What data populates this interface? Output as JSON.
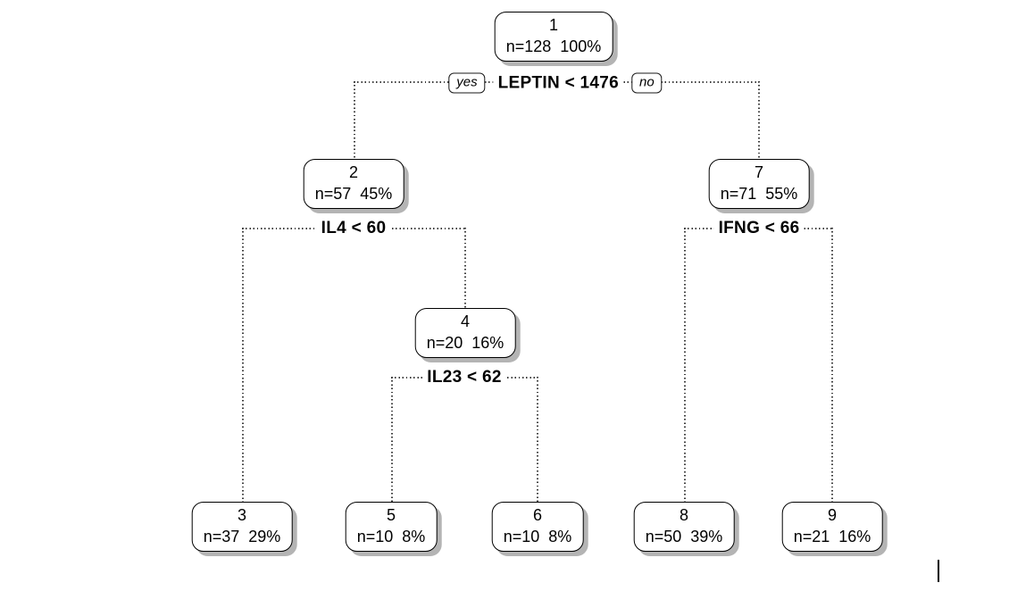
{
  "diagram": {
    "type": "decision-tree",
    "nodes": [
      {
        "id": "1",
        "stats": "n=128  100%"
      },
      {
        "id": "2",
        "stats": "n=57  45%"
      },
      {
        "id": "3",
        "stats": "n=37  29%"
      },
      {
        "id": "4",
        "stats": "n=20  16%"
      },
      {
        "id": "5",
        "stats": "n=10  8%"
      },
      {
        "id": "6",
        "stats": "n=10  8%"
      },
      {
        "id": "7",
        "stats": "n=71  55%"
      },
      {
        "id": "8",
        "stats": "n=50  39%"
      },
      {
        "id": "9",
        "stats": "n=21  16%"
      }
    ],
    "splits": [
      {
        "label": "LEPTIN < 1476"
      },
      {
        "label": "IL4 < 60"
      },
      {
        "label": "IL23 < 62"
      },
      {
        "label": "IFNG < 66"
      }
    ],
    "branch_labels": {
      "yes": "yes",
      "no": "no"
    },
    "colors": {
      "node_fill": "#ffffff",
      "node_border": "#000000",
      "node_shadow": "#b4b4b4",
      "branch_line": "#3c3c3c",
      "text": "#000000"
    }
  }
}
